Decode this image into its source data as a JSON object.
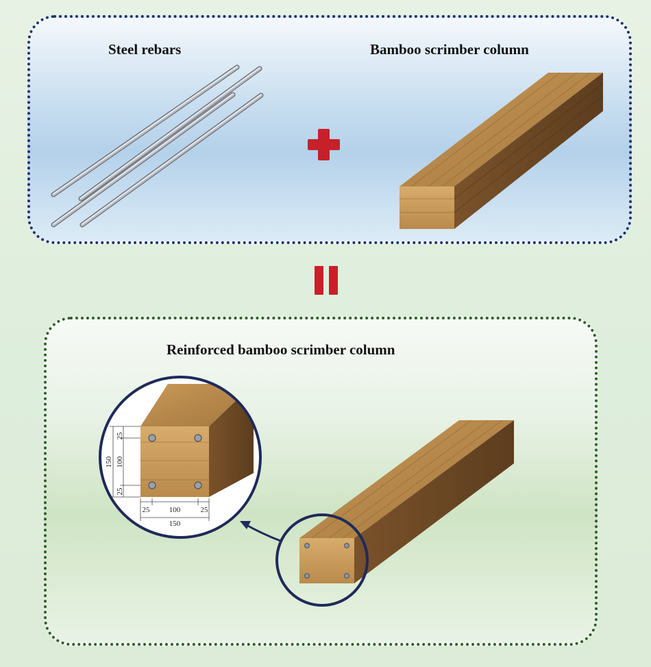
{
  "labels": {
    "steel_rebars": "Steel rebars",
    "bamboo_column": "Bamboo scrimber column",
    "reinforced_column": "Reinforced bamboo scrimber column"
  },
  "dimensions": {
    "vertical_top": "25",
    "vertical_middle": "100",
    "vertical_bottom": "25",
    "vertical_total": "150",
    "horizontal_left": "25",
    "horizontal_middle": "100",
    "horizontal_right": "25",
    "horizontal_total": "150"
  },
  "colors": {
    "operator_red": "#c8202a",
    "top_border": "#1d2f6b",
    "bottom_border": "#2f5a2a",
    "circle_navy": "#1f2a5a",
    "wood_face": "#c79a5a",
    "wood_top": "#b98a4c",
    "wood_side": "#6e4a26"
  },
  "operators": {
    "plus": "plus-sign",
    "equals": "equals-sign"
  }
}
